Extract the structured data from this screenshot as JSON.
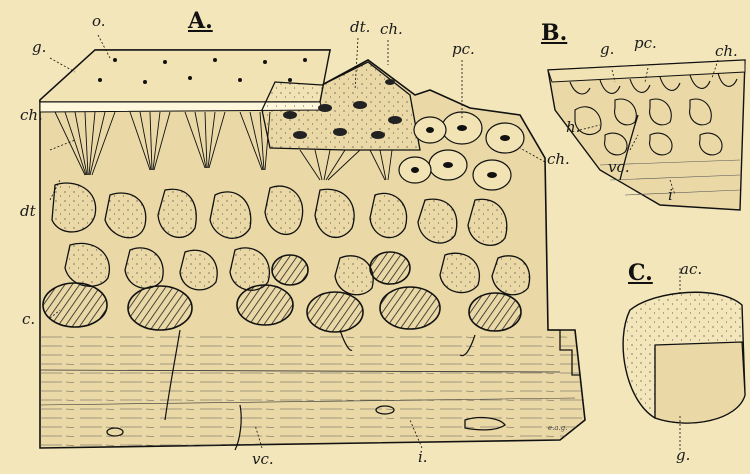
{
  "figures": {
    "a": "A.",
    "b": "B.",
    "c": "C."
  },
  "labels_a": {
    "o": "o.",
    "g": "g.",
    "dt_top": "dt.",
    "ch_top": "ch.",
    "pc": "pc.",
    "ch_left": "ch.",
    "ch_right": "ch.",
    "dt_left": "dt",
    "c": "c.",
    "vc": "vc.",
    "i": "i."
  },
  "labels_b": {
    "g": "g.",
    "pc": "pc.",
    "ch": "ch.",
    "h": "h.",
    "vc": "vc.",
    "i": "i"
  },
  "labels_c": {
    "ac": "ac.",
    "g": "g."
  },
  "engraver": "e.a.g.",
  "colors": {
    "paper": "#f3e6bb",
    "ink": "#1a1a1a",
    "fill": "#ead9a6"
  }
}
